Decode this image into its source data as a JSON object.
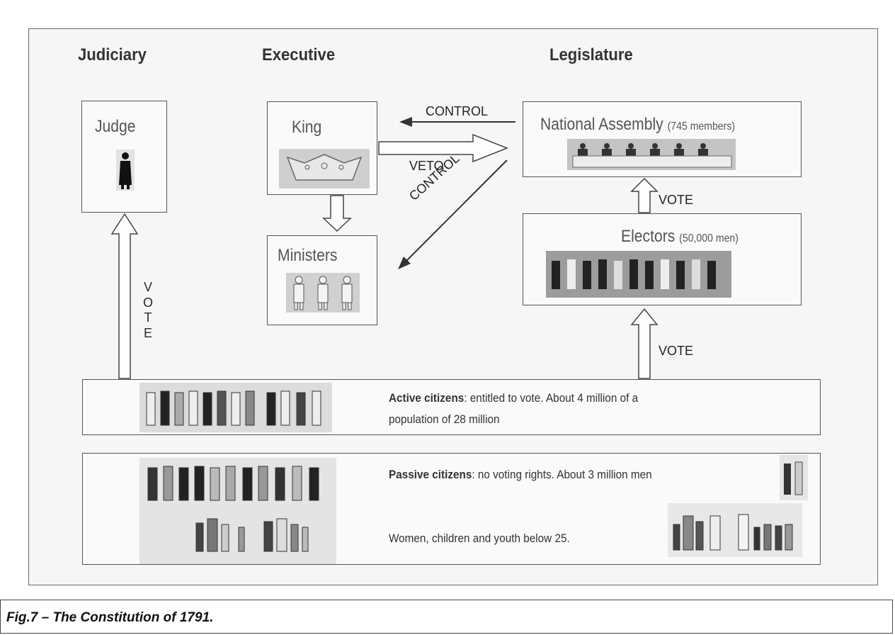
{
  "headings": {
    "judiciary": "Judiciary",
    "executive": "Executive",
    "legislature": "Legislature"
  },
  "judge": {
    "label": "Judge"
  },
  "king": {
    "label": "King"
  },
  "ministers": {
    "label": "Ministers"
  },
  "assembly": {
    "label": "National Assembly",
    "note": "(745 members)"
  },
  "electors": {
    "label": "Electors",
    "note": "(50,000 men)"
  },
  "arrows": {
    "control_top": "CONTROL",
    "veto": "VETO",
    "control_diag": "CONTROL",
    "vote_assembly": "VOTE",
    "vote_electors": "VOTE",
    "vote_judge": [
      "V",
      "O",
      "T",
      "E"
    ]
  },
  "active": {
    "title": "Active citizens",
    "text_line1": ": entitled to vote. About 4 million of a",
    "text_line2": "population of 28 million"
  },
  "passive": {
    "title": "Passive citizens",
    "text": ": no voting rights. About 3 million men",
    "women": "Women, children and youth below 25."
  },
  "caption": "Fig.7 – The Constitution of 1791."
}
